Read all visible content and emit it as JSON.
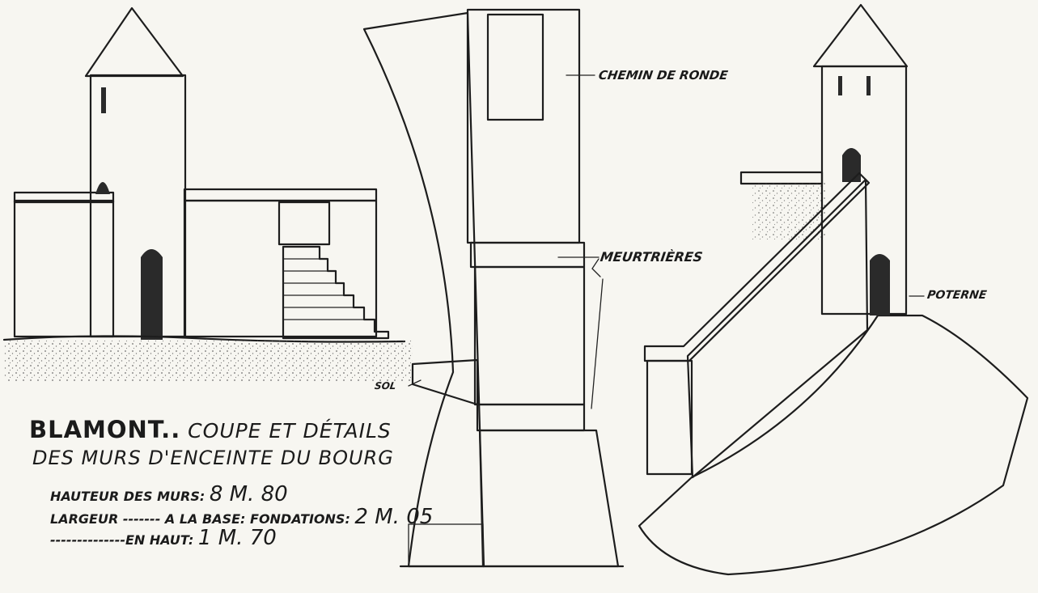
{
  "title": {
    "main": "BLAMONT..",
    "main_sub": " COUPE ET DÉTAILS",
    "line2": "DES MURS D'ENCEINTE DU BOURG"
  },
  "dimensions": {
    "hauteur_label": "HAUTEUR DES MURS:",
    "hauteur_value": "8 M. 80",
    "largeur_label": "LARGEUR",
    "largeur_dashes": " ------- ",
    "base_label": "A LA BASE: FONDATIONS:",
    "base_value": "2 M. 05",
    "haut_dashes": "--------------",
    "haut_label": "EN HAUT:",
    "haut_value": "1 M. 70"
  },
  "annotations": {
    "chemin": "CHEMIN DE RONDE",
    "meurtrieres": "MEURTRIÈRES",
    "poterne": "POTERNE",
    "sol": "SOL"
  },
  "colors": {
    "ink": "#1d1d1d",
    "paper": "#f7f6f1"
  }
}
